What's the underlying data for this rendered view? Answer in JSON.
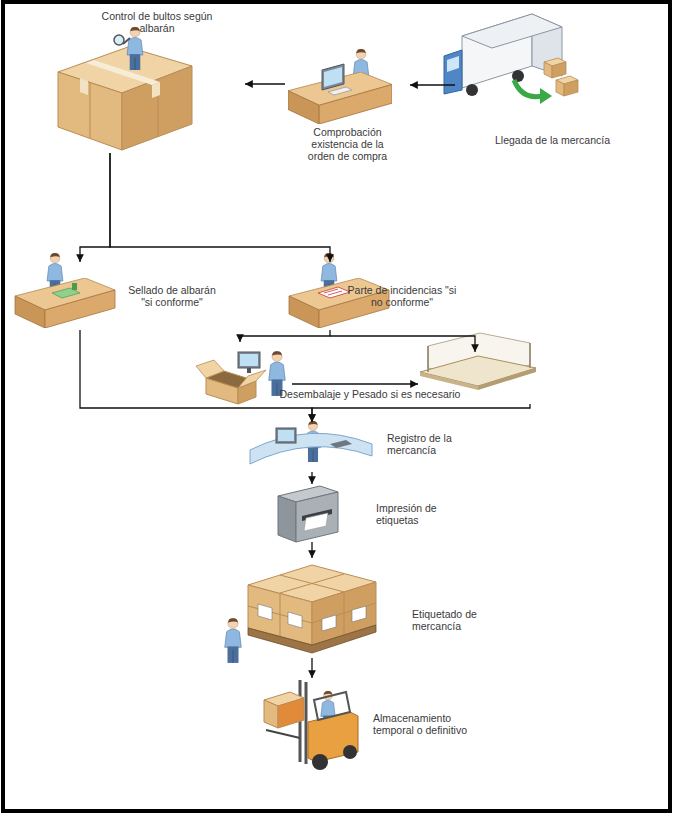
{
  "diagram": {
    "nodes": [
      {
        "text": [
          "Control de bultos según albarán"
        ]
      },
      {
        "text": [
          "Comprobación existencia de la orden de compra"
        ]
      },
      {
        "text": [
          "Llegada de la mercancía"
        ]
      },
      {
        "text": [
          "Sellado de albarán \"si conforme\""
        ]
      },
      {
        "text": [
          "Parte de incidencias \"si no conforme\""
        ]
      },
      {
        "text": [
          "Desembalaje y Pesado si es necesario"
        ]
      },
      {
        "text": [
          "Registro de la mercancía"
        ]
      },
      {
        "text": [
          "Impresión de etiquetas"
        ]
      },
      {
        "text": [
          "Etiquetado de mercancía"
        ]
      },
      {
        "text": [
          "Almacenamiento temporal o definitivo"
        ]
      }
    ],
    "edges": [
      {
        "from": 2,
        "to": 1,
        "arrow": "to"
      },
      {
        "from": 1,
        "to": 0,
        "arrow": "to"
      },
      {
        "from": 0,
        "to": 3,
        "arrow": "to"
      },
      {
        "from": 0,
        "to": 4,
        "arrow": "to"
      },
      {
        "from": 4,
        "to": 5,
        "arrow": "to"
      },
      {
        "from": 3,
        "to": 6,
        "arrow": "to"
      },
      {
        "from": 5,
        "to": 6,
        "arrow": "to"
      },
      {
        "from": 6,
        "to": 7,
        "arrow": "to"
      },
      {
        "from": 7,
        "to": 8,
        "arrow": "to"
      },
      {
        "from": 8,
        "to": 9,
        "arrow": "to"
      }
    ]
  }
}
